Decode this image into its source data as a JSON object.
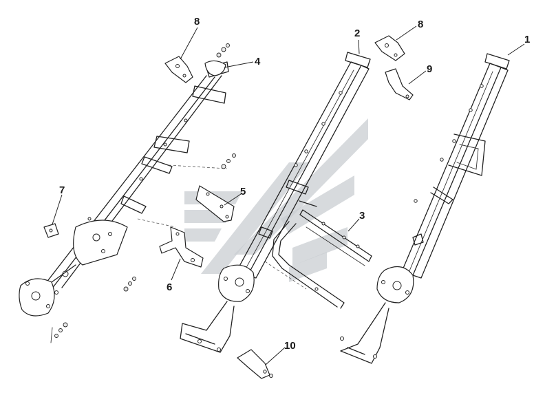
{
  "callouts": [
    {
      "id": "1",
      "label": "1"
    },
    {
      "id": "2",
      "label": "2"
    },
    {
      "id": "3",
      "label": "3"
    },
    {
      "id": "4",
      "label": "4"
    },
    {
      "id": "5",
      "label": "5"
    },
    {
      "id": "6",
      "label": "6"
    },
    {
      "id": "7",
      "label": "7"
    },
    {
      "id": "8a",
      "label": "8"
    },
    {
      "id": "8b",
      "label": "8"
    },
    {
      "id": "9",
      "label": "9"
    },
    {
      "id": "10",
      "label": "10"
    }
  ],
  "colors": {
    "line": "#222222",
    "watermark": "#c9ced1",
    "background": "#ffffff"
  }
}
